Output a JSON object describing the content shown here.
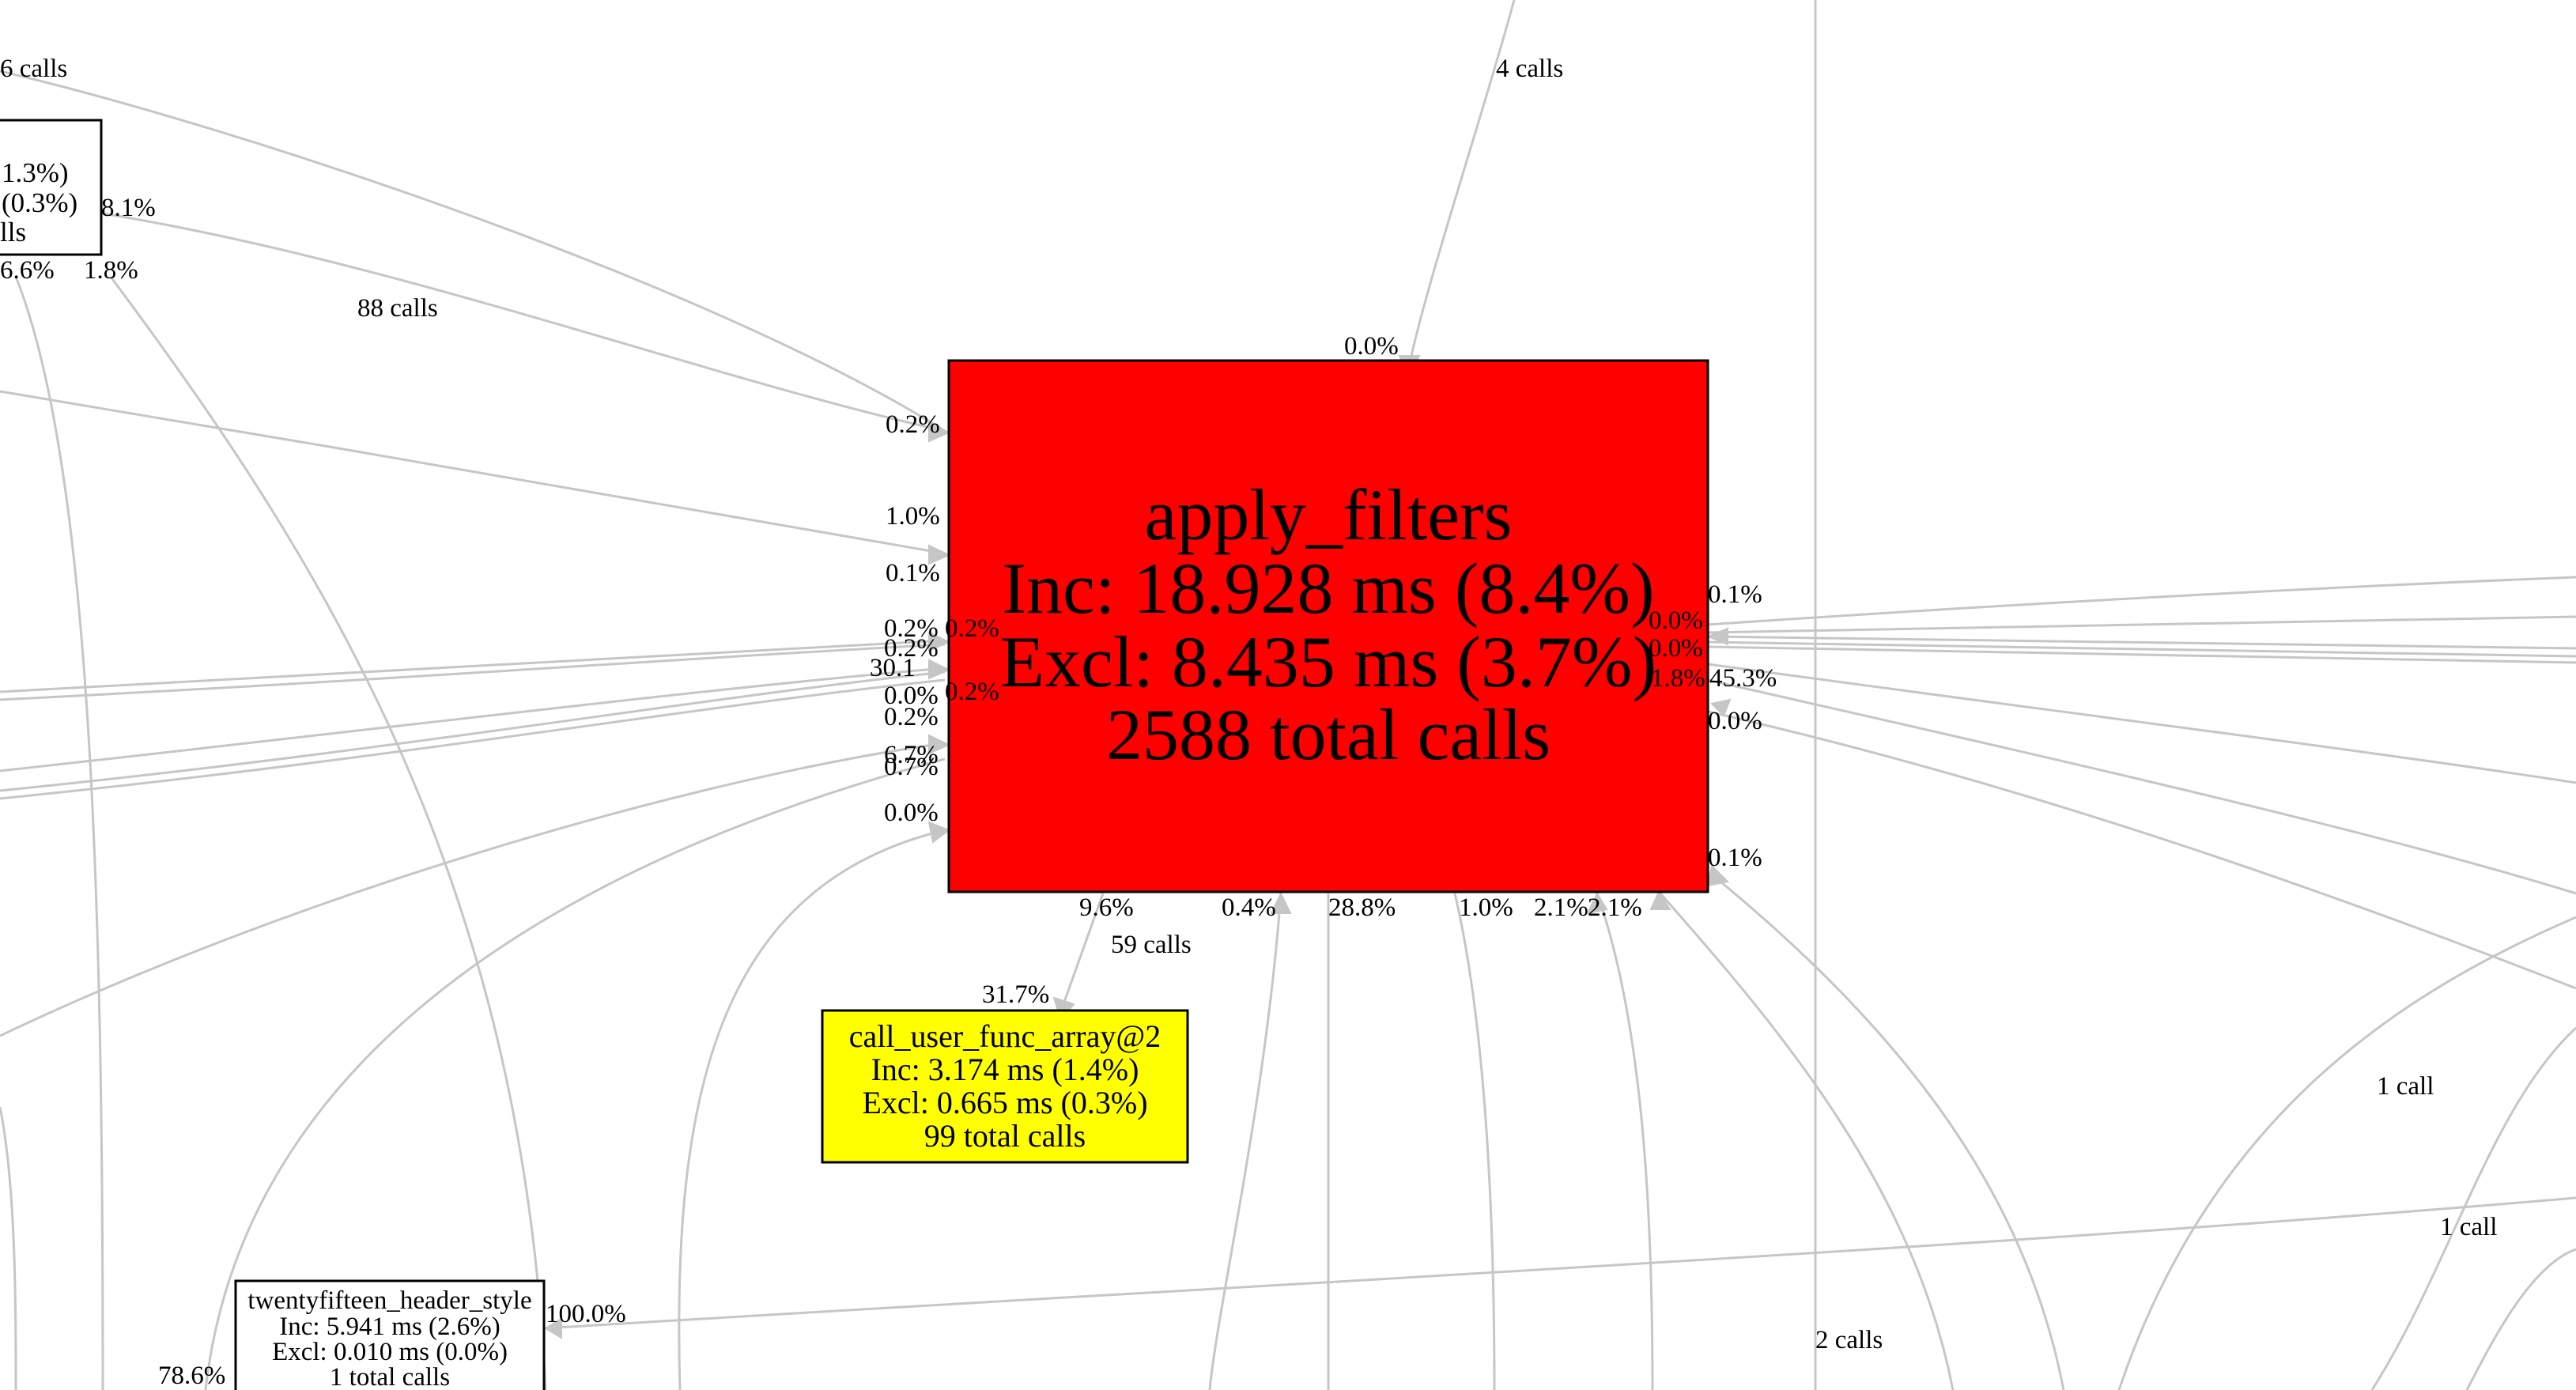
{
  "nodes": {
    "apply_filters": {
      "name": "apply_filters",
      "inc": "Inc: 18.928 ms (8.4%)",
      "excl": "Excl: 8.435 ms (3.7%)",
      "calls": "2588 total calls",
      "fill": "#ff0000"
    },
    "call_user_func_array": {
      "name": "call_user_func_array@2",
      "inc": "Inc: 3.174 ms (1.4%)",
      "excl": "Excl: 0.665 ms (0.3%)",
      "calls": "99 total calls",
      "fill": "#ffff00"
    },
    "twentyfifteen_header_style": {
      "name": "twentyfifteen_header_style",
      "inc": "Inc: 5.941 ms (2.6%)",
      "excl": "Excl: 0.010 ms (0.0%)",
      "calls": "1 total calls",
      "fill": "#ffffff"
    },
    "partial_node": {
      "line1": "1.3%)",
      "line2": "(0.3%)",
      "line3": "lls",
      "fill": "#ffffff"
    }
  },
  "edge_labels": {
    "calls_6": "6 calls",
    "calls_4": "4 calls",
    "calls_88": "88 calls",
    "calls_59": "59 calls",
    "calls_1a": "1 call",
    "calls_1b": "1 call",
    "calls_2": "2 calls",
    "pct_8_1": "8.1%",
    "pct_6_6": "6.6%",
    "pct_1_8": "1.8%",
    "pct_top": "0.0%",
    "pct_l1": "0.2%",
    "pct_l2": "1.0%",
    "pct_l3": "0.1%",
    "pct_l4a": "0.2%",
    "pct_l4b": "0.2%",
    "pct_l5": "0.2%",
    "pct_l6": "30.1",
    "pct_l7": "0.0%",
    "pct_l7b": "0.2%",
    "pct_l8": "0.2%",
    "pct_l9": "6.7%",
    "pct_l10": "0.7%",
    "pct_l11": "0.0%",
    "pct_r1": "0.1%",
    "pct_r2": "0.0%",
    "pct_r3": "0.0%",
    "pct_r4": "1.8%",
    "pct_r5": "45.3%",
    "pct_r6": "0.0%",
    "pct_r7": "0.1%",
    "pct_b1": "9.6%",
    "pct_b2": "0.4%",
    "pct_b3": "28.8%",
    "pct_b4": "1.0%",
    "pct_b5": "2.1%",
    "pct_b6": "2.1%",
    "pct_cufa": "31.7%",
    "pct_100": "100.0%",
    "pct_78_6": "78.6%"
  },
  "colors": {
    "edge": "#c6c6c6",
    "hot": "#ff0000",
    "warm": "#ffff00"
  }
}
